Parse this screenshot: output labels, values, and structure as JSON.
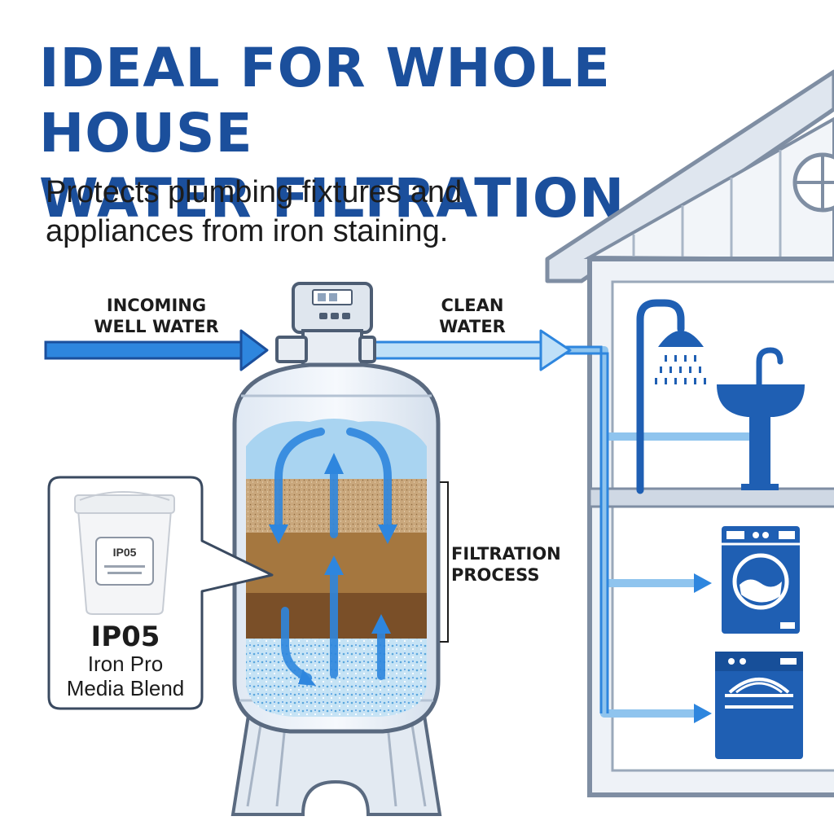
{
  "headline": {
    "line1": "IDEAL FOR WHOLE HOUSE",
    "line2": "WATER FILTRATION"
  },
  "subtitle": {
    "line1": "Protects plumbing fixtures and",
    "line2": "appliances from iron staining."
  },
  "labels": {
    "incoming_line1": "INCOMING",
    "incoming_line2": "WELL WATER",
    "clean_line1": "CLEAN",
    "clean_line2": "WATER",
    "filtration_line1": "FILTRATION",
    "filtration_line2": "PROCESS"
  },
  "product": {
    "bucket_label": "IP05",
    "model": "IP05",
    "desc_line1": "Iron Pro",
    "desc_line2": "Media Blend"
  },
  "icons": [
    "shower-icon",
    "sink-icon",
    "washing-machine-icon",
    "dishwasher-icon",
    "control-valve-icon",
    "bucket-icon"
  ],
  "colors": {
    "brand_blue": "#1b4f9c",
    "flow_blue": "#2e86de",
    "fixture_blue": "#1f5fb3",
    "house_outline": "#8a97a8",
    "media_sand": "#c9a77c",
    "media_brown": "#a5773f",
    "media_dark": "#7a4f28",
    "media_gravel": "#b9dcf2"
  }
}
